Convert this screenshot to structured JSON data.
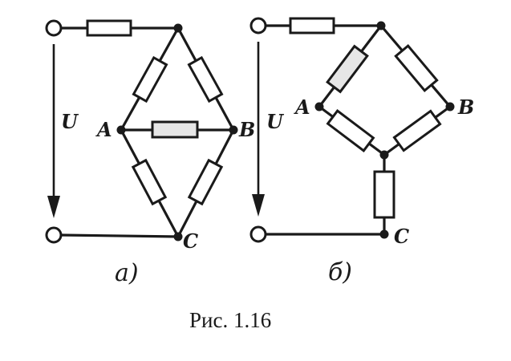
{
  "circuit_a": {
    "node_a": "A",
    "node_b": "B",
    "node_c": "C",
    "voltage": "U",
    "sublabel": "а)"
  },
  "circuit_b": {
    "node_a": "A",
    "node_b": "B",
    "node_c": "C",
    "voltage": "U",
    "sublabel": "б)"
  },
  "caption": "Рис. 1.16"
}
